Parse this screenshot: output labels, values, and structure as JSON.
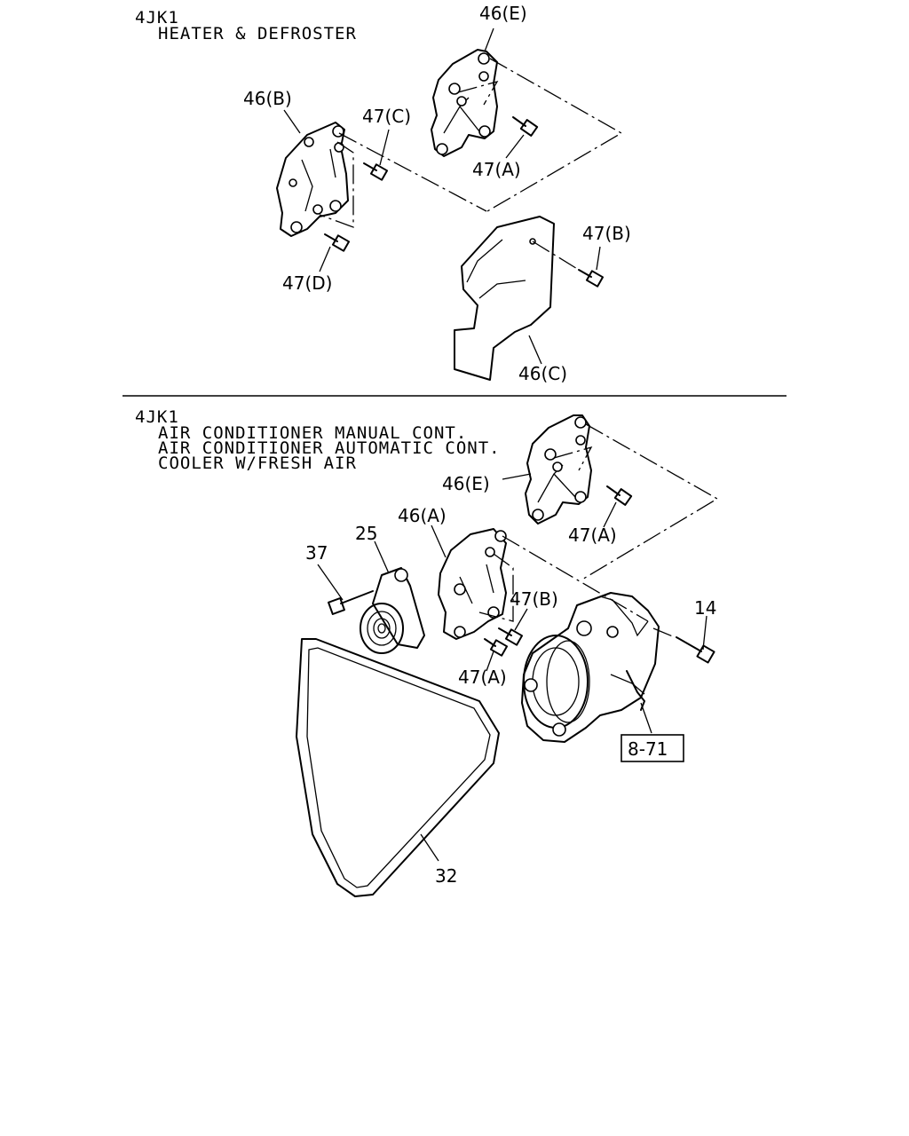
{
  "section1": {
    "engine": "4JK1",
    "conditions": [
      "HEATER & DEFROSTER"
    ],
    "labels": {
      "b46e": "46(E)",
      "b46b": "46(B)",
      "bolt47c": "47(C)",
      "bolt47a": "47(A)",
      "bolt47b": "47(B)",
      "bolt47d": "47(D)",
      "b46c": "46(C)"
    }
  },
  "section2": {
    "engine": "4JK1",
    "conditions": [
      "AIR CONDITIONER MANUAL CONT.",
      "AIR CONDITIONER AUTOMATIC CONT.",
      "COOLER W/FRESH AIR"
    ],
    "labels": {
      "b46e": "46(E)",
      "bolt47a_upper": "47(A)",
      "b46a": "46(A)",
      "tensioner": "25",
      "bolt37": "37",
      "bolt47b": "47(B)",
      "bolt47a_lower": "47(A)",
      "bolt14": "14",
      "compressor_ref": "8-71",
      "belt": "32"
    }
  }
}
